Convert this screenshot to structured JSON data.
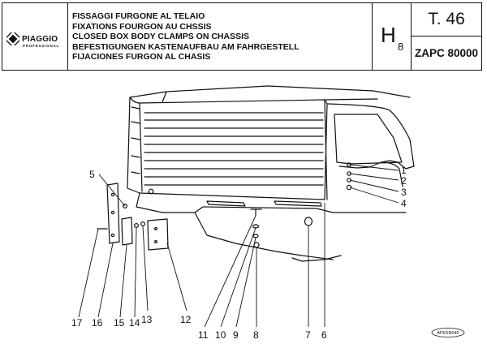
{
  "header": {
    "brand": "PIAGGIO",
    "brand_sub": "PROFESSIONAL",
    "titles": [
      "FISSAGGI FURGONE AL TELAIO",
      "FIXATIONS FOURGON AU CHSSIS",
      "CLOSED BOX BODY CLAMPS ON CHASSIS",
      "BEFESTIGUNGEN KASTENAUFBAU AM FAHRGESTELL",
      "FIJACIONES FURGON AL CHASIS"
    ],
    "section_code": "H",
    "section_sub": "8",
    "table_ref": "T. 46",
    "model_ref": "ZAPC 80000"
  },
  "callouts": {
    "c1": "1",
    "c2": "2",
    "c3": "3",
    "c4": "4",
    "c5": "5",
    "c6": "6",
    "c7": "7",
    "c8": "8",
    "c9": "9",
    "c10": "10",
    "c11": "11",
    "c12": "12",
    "c13": "13",
    "c14": "14",
    "c15": "15",
    "c16": "16",
    "c17": "17"
  },
  "drawing_code": "APE5R045",
  "icons": {
    "logo": "piaggio-logo-icon"
  }
}
